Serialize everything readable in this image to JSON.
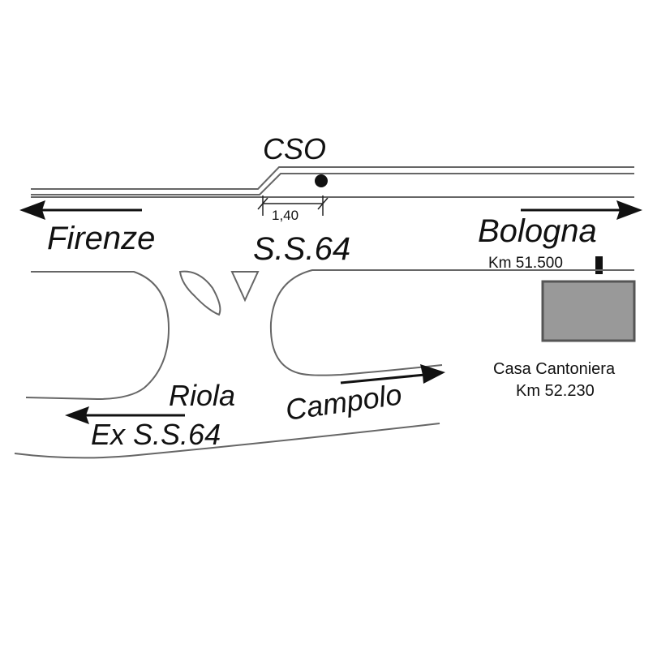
{
  "map": {
    "labels": {
      "cso": "CSO",
      "dimension": "1,40",
      "firenze": "Firenze",
      "bologna": "Bologna",
      "ss64": "S.S.64",
      "km_marker": "Km 51.500",
      "casa_line1": "Casa Cantoniera",
      "casa_line2": "Km 52.230",
      "riola": "Riola",
      "ex_ss64": "Ex S.S.64",
      "campolo": "Campolo"
    },
    "colors": {
      "road_line": "#666666",
      "arrow": "#111111",
      "building_fill": "#999999",
      "building_edge": "#555555",
      "marker": "#111111"
    }
  }
}
